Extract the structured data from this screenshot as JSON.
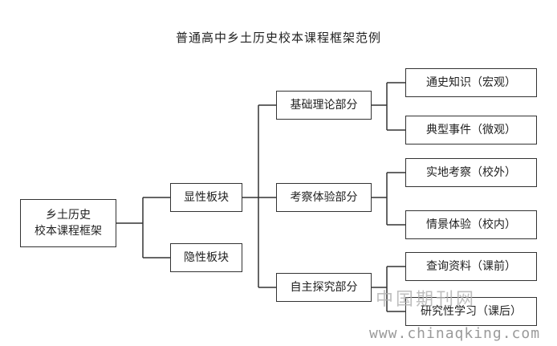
{
  "title": "普通高中乡土历史校本课程框架范例",
  "root": {
    "line1": "乡土历史",
    "line2": "校本课程框架"
  },
  "level1": [
    "显性板块",
    "隐性板块"
  ],
  "level2": [
    "基础理论部分",
    "考察体验部分",
    "自主探究部分"
  ],
  "level3": [
    "通史知识（宏观）",
    "典型事件（微观）",
    "实地考察（校外）",
    "情景体验（校内）",
    "查询资料（课前）",
    "研究性学习（课后）"
  ],
  "watermark": {
    "cn": "中国期刊网",
    "url": "www.chinaqking.com"
  },
  "colors": {
    "line": "#333333",
    "text": "#222222",
    "watermark": "#a8a8a8"
  }
}
